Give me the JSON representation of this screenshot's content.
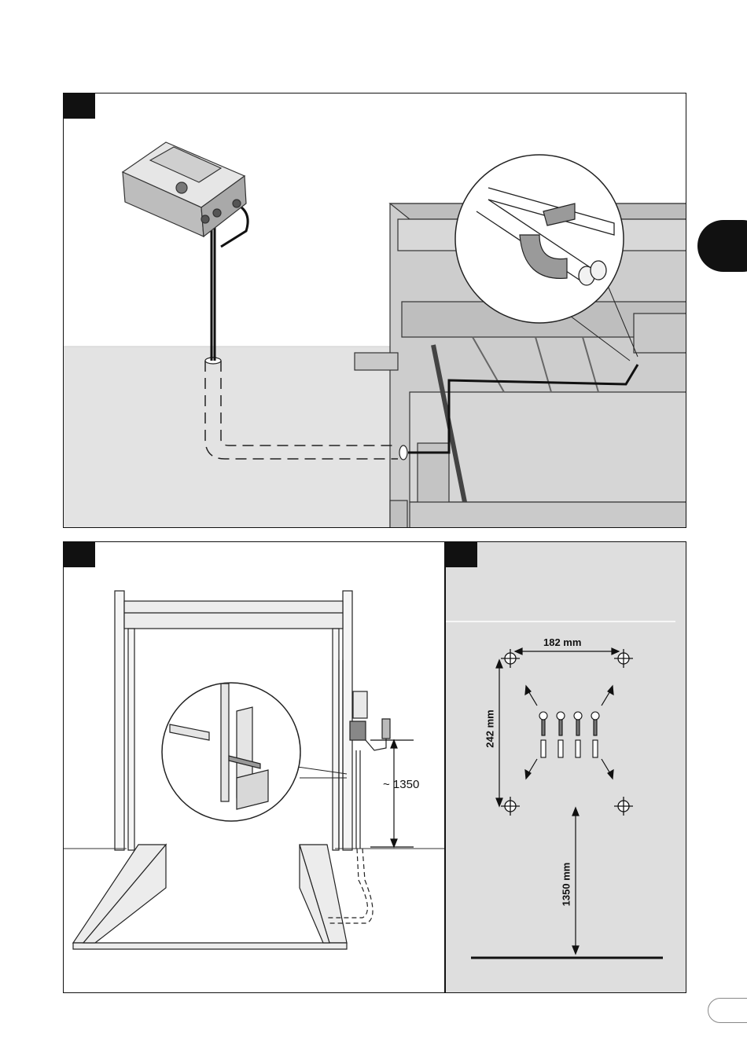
{
  "panels": {
    "installation": {
      "approx_height_label": "~ 1350"
    },
    "drilling": {
      "width_label": "182 mm",
      "height_label": "242 mm",
      "floor_height_label": "1350 mm"
    }
  },
  "colors": {
    "ink": "#111111",
    "floor_gray": "#e3e3e3",
    "panel_gray": "#dedede",
    "equipment_gray": "#cfcfcf"
  }
}
